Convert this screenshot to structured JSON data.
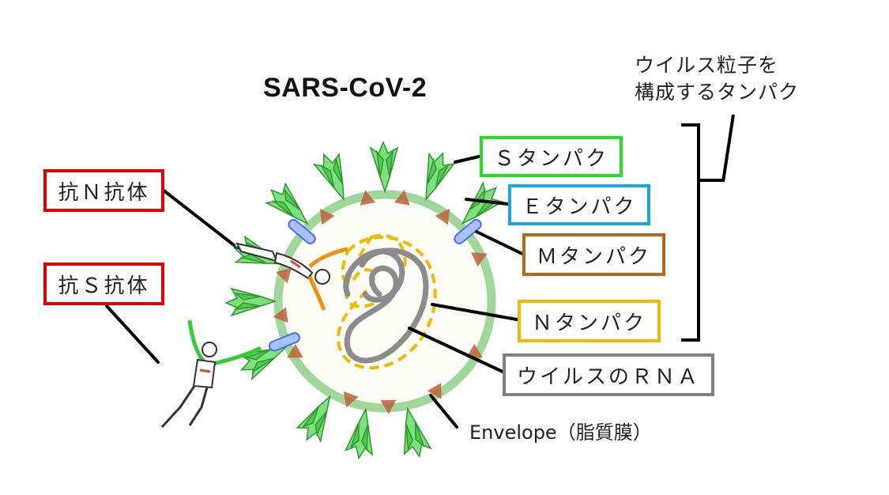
{
  "diagram": {
    "title": "SARS-CoV-2",
    "group_label": {
      "line1": "ウイルス粒子を",
      "line2": "構成するタンパク"
    },
    "labels": {
      "s_protein": "Ｓタンパク",
      "e_protein": "Ｅタンパク",
      "m_protein": "Ｍタンパク",
      "n_protein": "Ｎタンパク",
      "viral_rna": "ウイルスのＲＮＡ",
      "envelope": "Envelope（脂質膜）",
      "anti_n_antibody": "抗Ｎ抗体",
      "anti_s_antibody": "抗Ｓ抗体"
    },
    "colors": {
      "s_protein": "#22dd22",
      "e_protein": "#1aa3e8",
      "m_protein": "#b8661f",
      "n_protein": "#f4b800",
      "viral_rna": "#808080",
      "antibody": "#e00000",
      "envelope": "#9fd89a",
      "spike_fill": "#7fe07f",
      "m_triangle": "#c0603a",
      "e_cylinder": "#4a6ef0"
    },
    "icons": [
      "running-man-icon-orange",
      "running-man-icon-green"
    ]
  }
}
